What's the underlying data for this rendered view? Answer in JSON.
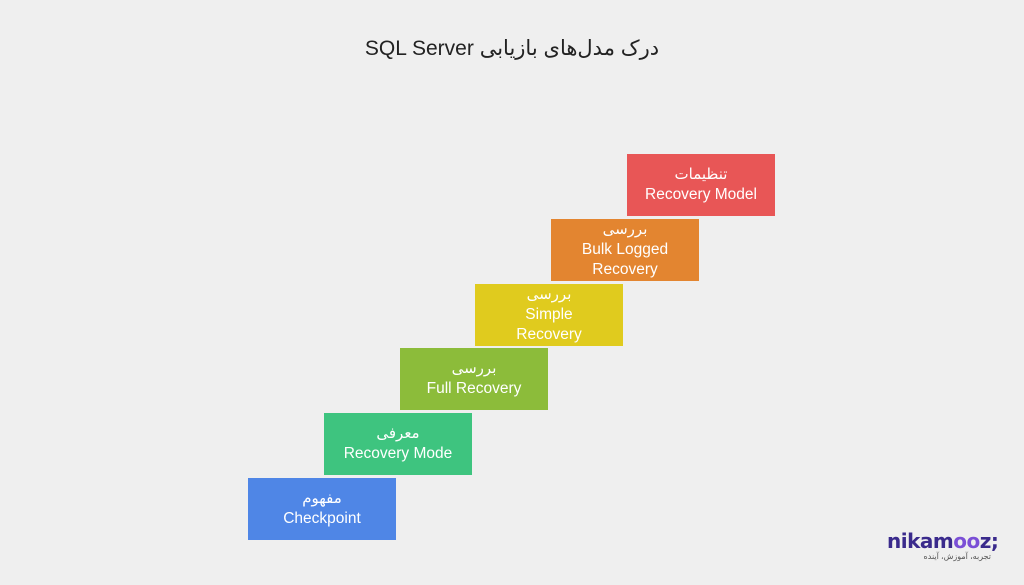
{
  "title": "درک مدل‌های بازیابی SQL Server",
  "steps": [
    {
      "fa": "مفهوم",
      "en": "Checkpoint",
      "color": "#4f86e6"
    },
    {
      "fa": "معرفی",
      "en": "Recovery Mode",
      "color": "#3ec47f"
    },
    {
      "fa": "بررسی",
      "en": "Full Recovery",
      "color": "#8cbc3a"
    },
    {
      "fa": "بررسی",
      "en": "Simple\nRecovery",
      "color": "#e0cb1e"
    },
    {
      "fa": "بررسی",
      "en": "Bulk Logged\nRecovery",
      "color": "#e38530"
    },
    {
      "fa": "تنظیمات",
      "en": "Recovery Model",
      "color": "#e85656"
    }
  ],
  "logo": {
    "brand_a": "nikam",
    "brand_b": "oo",
    "brand_c": "z;",
    "tagline": "تجربه، آموزش، آینده"
  }
}
